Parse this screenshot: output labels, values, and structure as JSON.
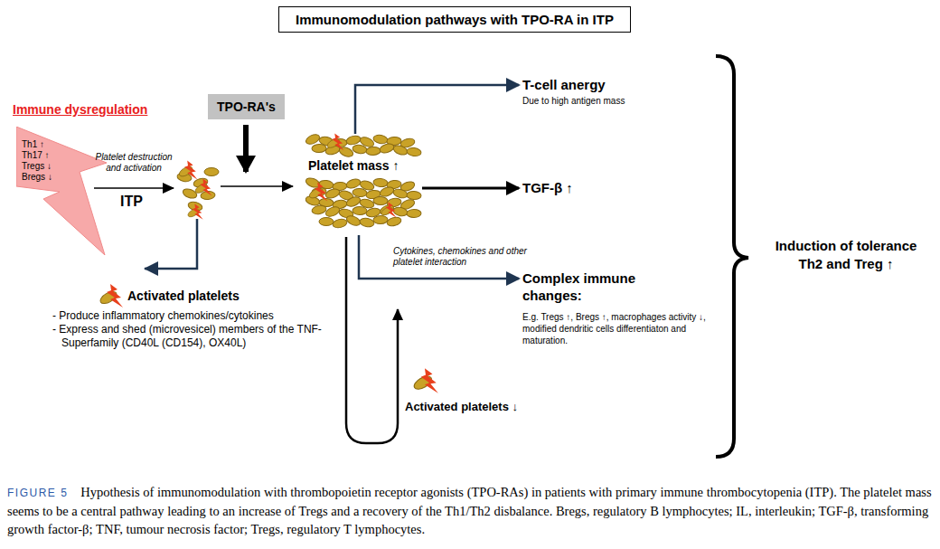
{
  "diagram": {
    "title": "Immunomodulation pathways with TPO-RA in ITP",
    "caption": "Hypothesis of immunomodulation with thrombopoietin receptor agonists (TPO-RAs) in patients with primary immune thrombocytopenia (ITP). The platelet mass seems to be a central pathway leading to an increase of Tregs and a recovery of the Th1/Th2 disbalance. Bregs, regulatory B lymphocytes; IL, interleukin; TGF-β, transforming growth factor-β; TNF, tumour necrosis factor; Tregs, regulatory T lymphocytes.",
    "nodes": [
      {
        "text": [
          "Th1 ↑",
          "Th17 ↑",
          "Tregs ↓",
          "Bregs ↓"
        ]
      },
      {
        "text": [
          "TPO-RA's"
        ]
      },
      {
        "text": [
          "Activated platelets",
          "- Produce inflammatory chemokines/cytokines",
          "- Express and shed (microvesicel) members of the TNF-Superfamily (CD40L (CD154), OX40L)"
        ]
      },
      {
        "text": [
          "Platelet mass ↑"
        ]
      },
      {
        "text": [
          "T-cell anergy",
          "Due to high antigen mass"
        ]
      },
      {
        "text": [
          "TGF-β ↑"
        ]
      },
      {
        "text": [
          "Complex immune changes:",
          "E.g. Tregs ↑, Bregs ↑, macrophages activity ↓, modified dendritic cells differentiaton and maturation."
        ]
      },
      {
        "text": [
          "Induction of tolerance Th2 and Treg ↑"
        ]
      }
    ],
    "edges": [
      {
        "from": 3,
        "to": 4,
        "arrow": "to"
      },
      {
        "from": 3,
        "to": 5,
        "arrow": "to"
      },
      {
        "from": 3,
        "to": 6,
        "arrow": "to",
        "label": "Cytokines, chemokines and other platelet interaction"
      }
    ],
    "labels": [
      "Immune dysregulation",
      "Platelet destruction and activation",
      "ITP",
      "Activated platelets ↓",
      "FIGURE 5"
    ]
  }
}
